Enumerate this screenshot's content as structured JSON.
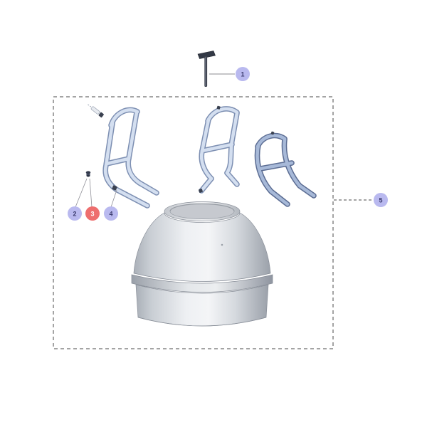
{
  "page": {
    "background": "#ffffff",
    "title": "exploded-parts-diagram"
  },
  "diagram": {
    "callouts": [
      {
        "label": "1",
        "color": "#b9b9ef",
        "text_color": "#3b3b6e"
      },
      {
        "label": "2",
        "color": "#b9b9ef",
        "text_color": "#3b3b6e"
      },
      {
        "label": "3",
        "color": "#ee6e6e",
        "text_color": "#ffffff"
      },
      {
        "label": "4",
        "color": "#b9b9ef",
        "text_color": "#3b3b6e"
      },
      {
        "label": "5",
        "color": "#b9b9ef",
        "text_color": "#3b3b6e"
      }
    ],
    "colors": {
      "accent_lavender": "#b9b9ef",
      "accent_red": "#ee6e6e",
      "bracket_light": "#d4dff0",
      "bracket_dark": "#a7b9d8",
      "metal_light": "#f2f3f5",
      "metal_dark": "#9ba1aa",
      "outline": "#4a4a4a"
    }
  }
}
